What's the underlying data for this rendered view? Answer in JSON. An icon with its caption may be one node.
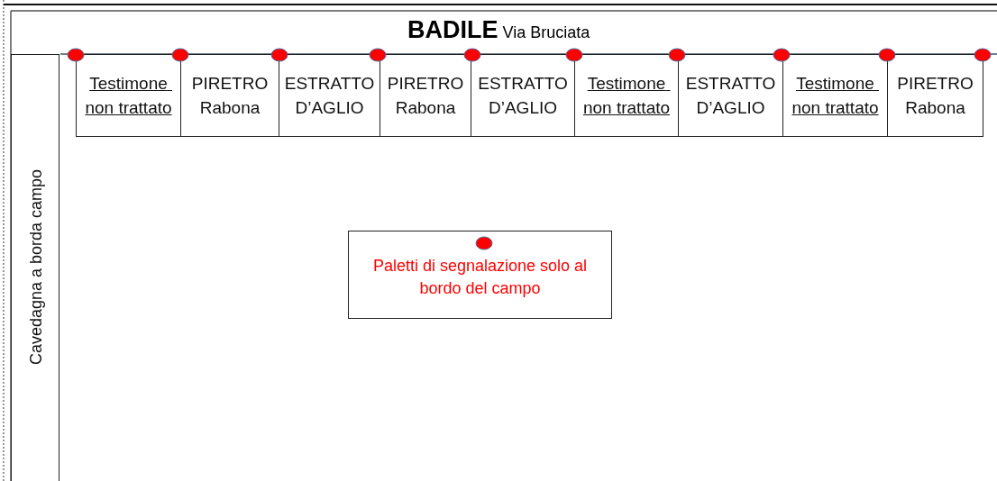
{
  "diagram": {
    "title": "**BADILE** Via Bruciata",
    "nodes": [
      {
        "text": [
          "Cavedagna a borda campo"
        ]
      },
      {
        "text": [
          "Testimone non trattato"
        ]
      },
      {
        "text": [
          "PIRETRO Rabona"
        ]
      },
      {
        "text": [
          "ESTRATTO D’AGLIO"
        ]
      },
      {
        "text": [
          "PIRETRO Rabona"
        ]
      },
      {
        "text": [
          "ESTRATTO D’AGLIO"
        ]
      },
      {
        "text": [
          "Testimone non trattato"
        ]
      },
      {
        "text": [
          "ESTRATTO D’AGLIO"
        ]
      },
      {
        "text": [
          "Testimone non trattato"
        ]
      },
      {
        "text": [
          "PIRETRO Rabona"
        ]
      }
    ],
    "legend": [
      {
        "text": "Paletti di segnalazione solo al bordo del campo",
        "color": "#ff0000"
      }
    ]
  }
}
